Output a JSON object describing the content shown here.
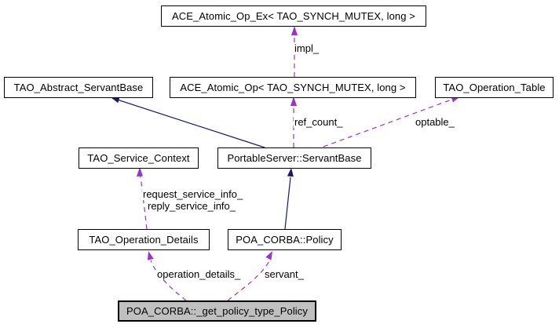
{
  "colors": {
    "background": "#ffffff",
    "text": "#000000",
    "node_bg": "#ffffff",
    "node_border": "#000000",
    "focus_node_bg": "#c0c0c0",
    "usage_edge": "#9a32cd",
    "inheritance_edge": "#191970"
  },
  "nodes": {
    "ace_atomic_op_ex": "ACE_Atomic_Op_Ex< TAO_SYNCH_MUTEX, long >",
    "tao_abstract_servantbase": "TAO_Abstract_ServantBase",
    "ace_atomic_op": "ACE_Atomic_Op< TAO_SYNCH_MUTEX, long >",
    "tao_operation_table": "TAO_Operation_Table",
    "tao_service_context": "TAO_Service_Context",
    "portableserver_servantbase": "PortableServer::ServantBase",
    "tao_operation_details": "TAO_Operation_Details",
    "poa_corba_policy": "POA_CORBA::Policy",
    "poa_corba_get_policy_type_policy": "POA_CORBA::_get_policy_type_Policy"
  },
  "edge_labels": {
    "impl": "impl_",
    "ref_count": "ref_count_",
    "optable": "optable_",
    "request_service_info": "request_service_info_",
    "reply_service_info": "reply_service_info_",
    "operation_details": "operation_details_",
    "servant": "servant_"
  }
}
